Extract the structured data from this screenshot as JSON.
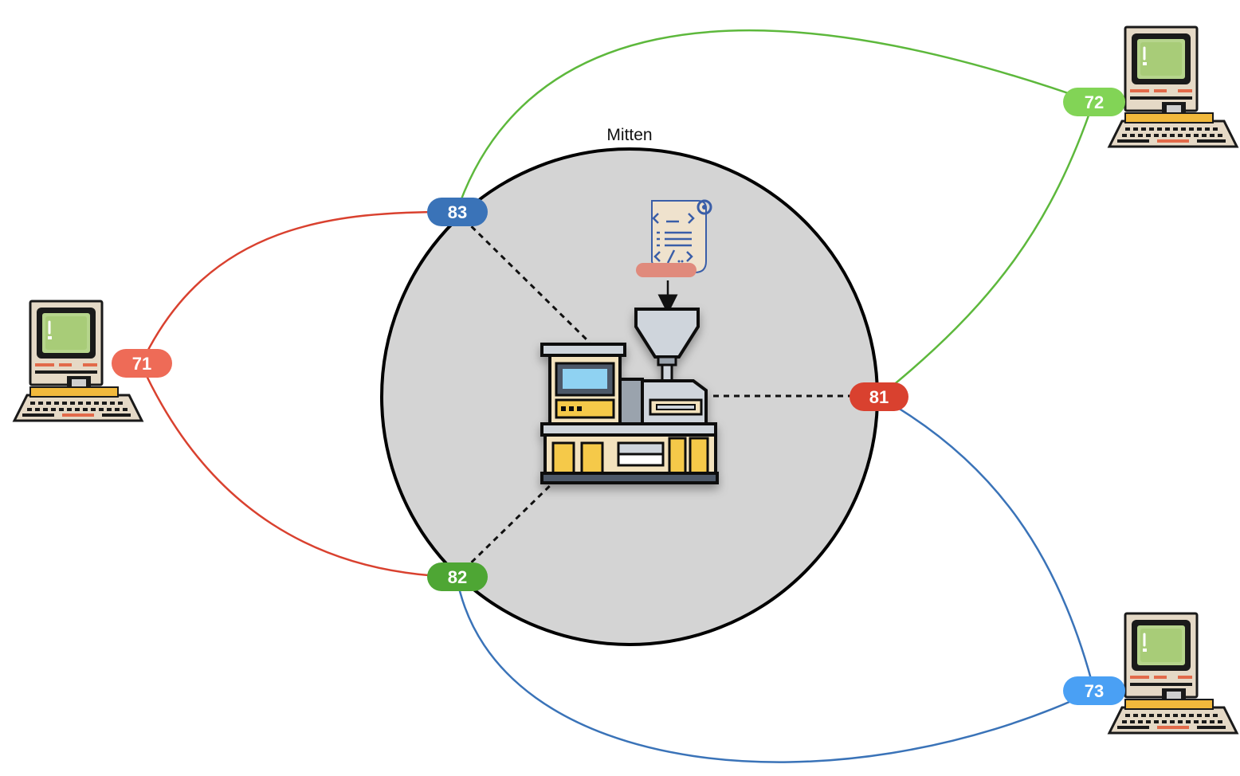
{
  "diagram": {
    "region_label": "Mitten",
    "colors": {
      "red": "#d9412f",
      "green": "#5db83c",
      "blue": "#3a73b8",
      "region_fill": "#d4d4d4",
      "region_stroke": "#000000"
    },
    "hub": {
      "icon": "factory-machine-icon",
      "source_icon": "code-scroll-icon"
    },
    "nodes": [
      {
        "id": "81",
        "label": "81",
        "color": "#d9412f"
      },
      {
        "id": "82",
        "label": "82",
        "color": "#4ea634"
      },
      {
        "id": "83",
        "label": "83",
        "color": "#3a73b8"
      },
      {
        "id": "71",
        "label": "71",
        "color": "#ee6b57"
      },
      {
        "id": "72",
        "label": "72",
        "color": "#82d456"
      },
      {
        "id": "73",
        "label": "73",
        "color": "#4aa0f4"
      }
    ],
    "computers": [
      {
        "id": "computer-71",
        "icon": "retro-computer-icon"
      },
      {
        "id": "computer-72",
        "icon": "retro-computer-icon"
      },
      {
        "id": "computer-73",
        "icon": "retro-computer-icon"
      }
    ],
    "links": [
      {
        "from": "71",
        "to": "83",
        "color": "#d9412f",
        "style": "solid"
      },
      {
        "from": "71",
        "to": "82",
        "color": "#d9412f",
        "style": "solid"
      },
      {
        "from": "72",
        "to": "83",
        "color": "#5db83c",
        "style": "solid"
      },
      {
        "from": "72",
        "to": "81",
        "color": "#5db83c",
        "style": "solid"
      },
      {
        "from": "73",
        "to": "81",
        "color": "#3a73b8",
        "style": "solid"
      },
      {
        "from": "73",
        "to": "82",
        "color": "#3a73b8",
        "style": "solid"
      },
      {
        "from": "hub",
        "to": "83",
        "color": "#000000",
        "style": "dashed"
      },
      {
        "from": "hub",
        "to": "82",
        "color": "#000000",
        "style": "dashed"
      },
      {
        "from": "hub",
        "to": "81",
        "color": "#000000",
        "style": "dashed"
      }
    ]
  }
}
